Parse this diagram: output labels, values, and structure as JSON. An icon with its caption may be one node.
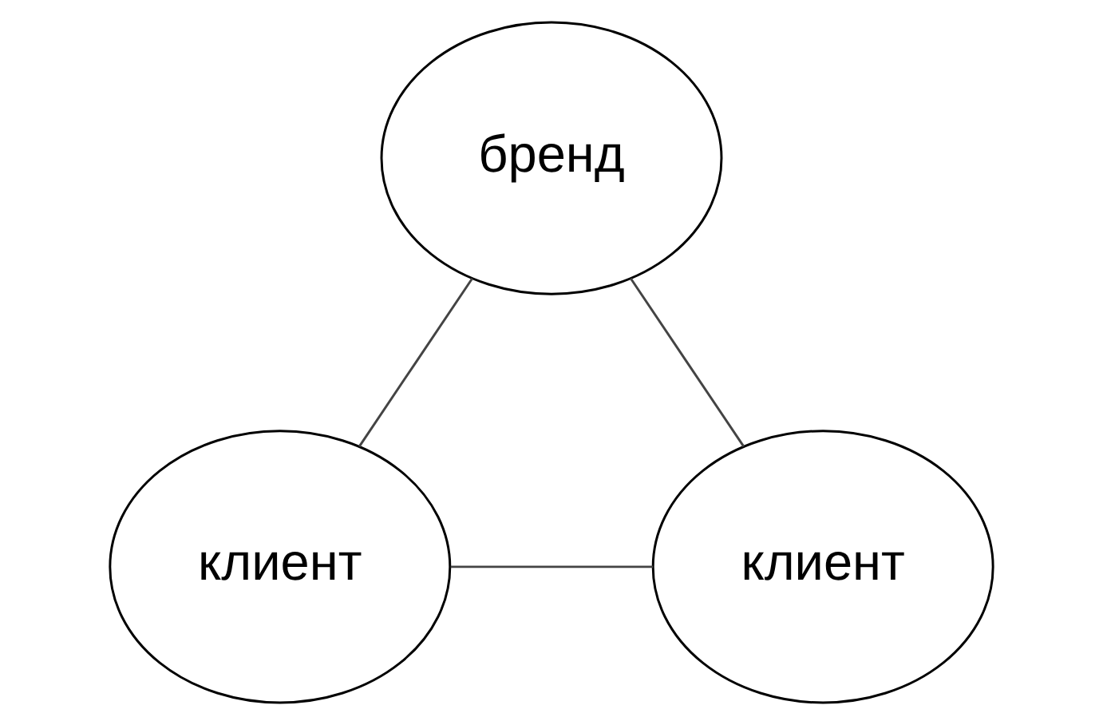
{
  "diagram": {
    "nodes": [
      {
        "text": [
          "бренд"
        ]
      },
      {
        "text": [
          "клиент"
        ]
      },
      {
        "text": [
          "клиент"
        ]
      }
    ],
    "edges": [
      {
        "from": 0,
        "to": 1,
        "arrow": "none"
      },
      {
        "from": 0,
        "to": 2,
        "arrow": "none"
      },
      {
        "from": 1,
        "to": 2,
        "arrow": "none"
      }
    ]
  }
}
